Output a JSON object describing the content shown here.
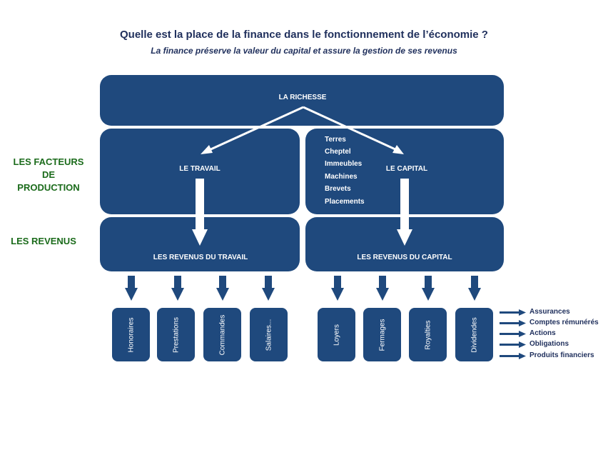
{
  "title": "Quelle est la place de la finance dans le fonctionnement de l’économie ?",
  "subtitle": "La finance préserve la valeur du capital et assure la gestion de ses revenus",
  "side_labels": {
    "facteurs_line1": "LES FACTEURS DE",
    "facteurs_line2": "PRODUCTION",
    "revenus": "LES REVENUS"
  },
  "boxes": {
    "richesse": "LA RICHESSE",
    "travail": "LE TRAVAIL",
    "capital": "LE CAPITAL",
    "revenus_travail": "LES REVENUS DU TRAVAIL",
    "revenus_capital": "LES REVENUS DU CAPITAL"
  },
  "capital_assets": [
    "Terres",
    "Cheptel",
    "Immeubles",
    "Machines",
    "Brevets",
    "Placements"
  ],
  "travail_revenues": [
    "Honoraires",
    "Prestations",
    "Commandes",
    "Salaires..."
  ],
  "capital_revenues": [
    "Loyers",
    "Fermages",
    "Royalties",
    "Dividendes"
  ],
  "dividend_outputs": [
    "Assurances",
    "Comptes rémunérés",
    "Actions",
    "Obligations",
    "Produits financiers"
  ],
  "colors": {
    "box": "#1f497d",
    "title": "#1f2f5c",
    "side_label": "#1b6b1b",
    "arrow_white": "#ffffff",
    "arrow_dark": "#1f497d"
  }
}
